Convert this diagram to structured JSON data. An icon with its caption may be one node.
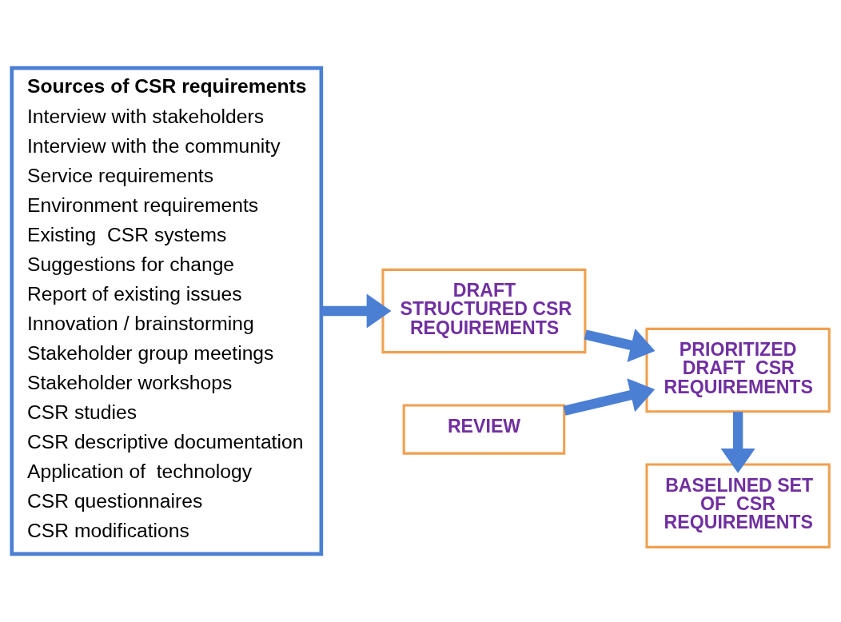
{
  "diagram": {
    "nodes": [
      {
        "text": [
          "Sources of CSR requirements",
          "Interview with stakeholders",
          "Interview with the community",
          "Service requirements",
          "Environment requirements",
          "Existing  CSR systems",
          "Suggestions for change",
          "Report of existing issues",
          "Innovation / brainstorming",
          "Stakeholder group meetings",
          "Stakeholder workshops",
          "CSR studies",
          "CSR descriptive documentation",
          "Application of  technology",
          "CSR questionnaires",
          "CSR modifications"
        ]
      },
      {
        "text": [
          "DRAFT STRUCTURED CSR REQUIREMENTS"
        ]
      },
      {
        "text": [
          "REVIEW"
        ]
      },
      {
        "text": [
          "PRIORITIZED DRAFT  CSR REQUIREMENTS"
        ]
      },
      {
        "text": [
          "BASELINED SET OF  CSR REQUIREMENTS"
        ]
      }
    ],
    "edges": [
      {
        "from": 0,
        "to": 1,
        "arrow": "to"
      },
      {
        "from": 1,
        "to": 3,
        "arrow": "to"
      },
      {
        "from": 2,
        "to": 3,
        "arrow": "to"
      },
      {
        "from": 3,
        "to": 4,
        "arrow": "to"
      }
    ]
  }
}
